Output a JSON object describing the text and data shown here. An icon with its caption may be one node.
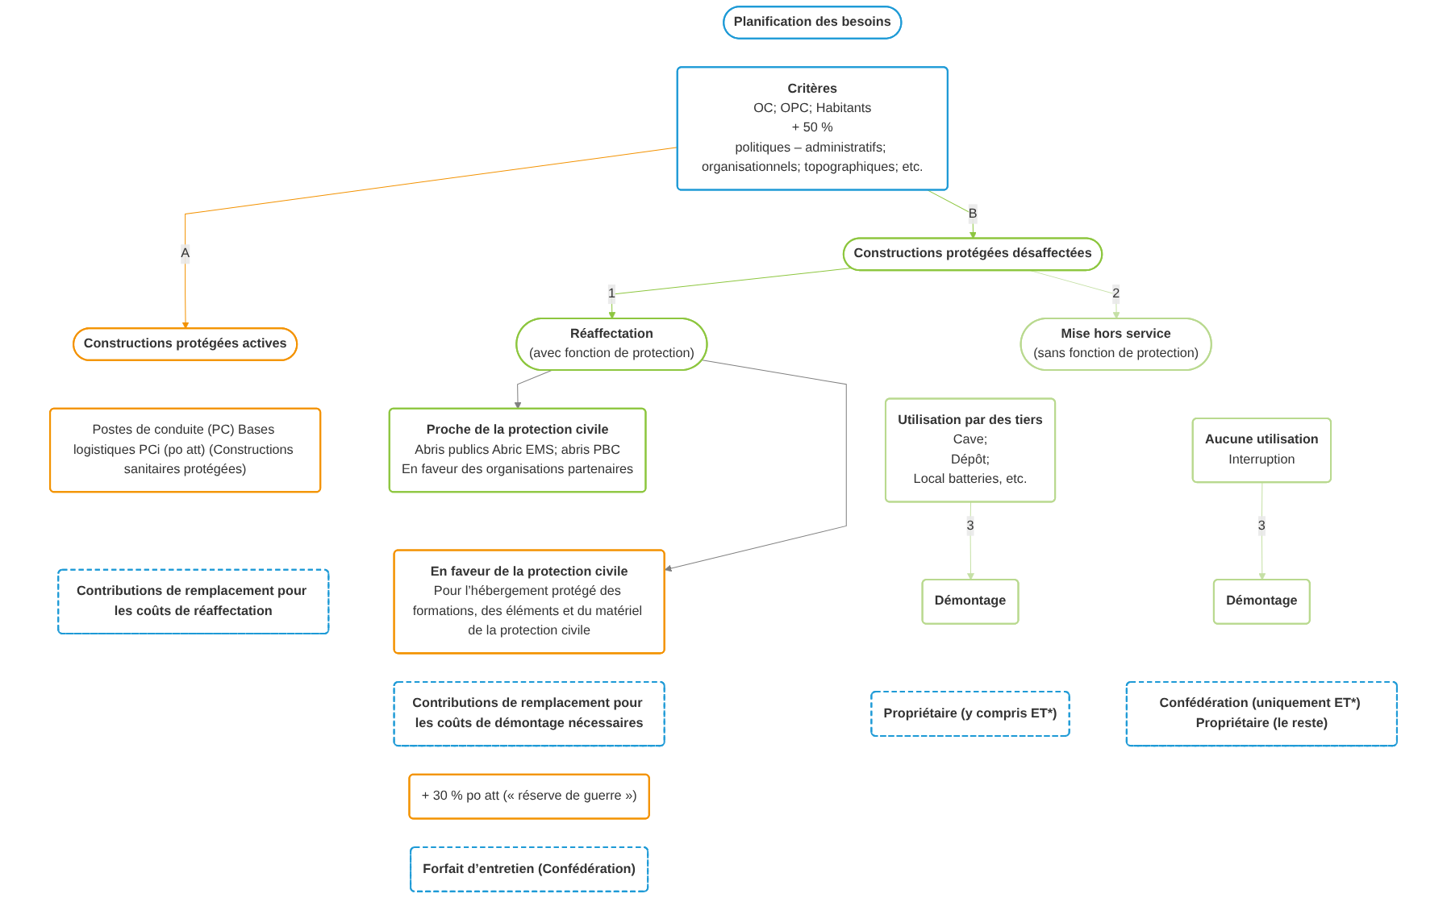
{
  "diagram": {
    "nodes": [
      {
        "text": [
          "Planification des besoins"
        ]
      },
      {
        "text": [
          "Critères",
          "OC; OPC; Habitants",
          "+ 50 %",
          "politiques – administratifs; organisationnels; topographiques; etc."
        ]
      },
      {
        "text": [
          "Constructions protégées actives"
        ]
      },
      {
        "text": [
          "Postes de conduite (PC) Bases logistiques PCi (po att) (Constructions sanitaires protégées)"
        ]
      },
      {
        "text": [
          "En faveur de la protection civile",
          "Pour l’hébergement protégé des formations, des éléments et du matériel de la protection civile"
        ]
      },
      {
        "text": [
          "Contributions de remplacement pour les coûts de démontage nécessaires"
        ]
      },
      {
        "text": [
          "+ 30 % po att (« réserve de guerre »)"
        ]
      },
      {
        "text": [
          "Forfait d’entretien (Confédération)"
        ]
      },
      {
        "text": [
          "Constructions protégées désaffectées"
        ]
      },
      {
        "text": [
          "Réaffectation",
          "(avec fonction de protection)"
        ]
      },
      {
        "text": [
          "Mise hors service",
          "(sans fonction de protection)"
        ]
      },
      {
        "text": [
          "Proche de la protection civile",
          "Abris publics Abric EMS; abris PBC",
          "En faveur des organisations partenaires"
        ]
      },
      {
        "text": [
          "Utilisation par des tiers",
          "Cave;",
          "Dépôt;",
          "Local batteries, etc."
        ]
      },
      {
        "text": [
          "Aucune utilisation",
          "Interruption"
        ]
      },
      {
        "text": [
          "Démontage"
        ]
      },
      {
        "text": [
          "Démontage"
        ]
      },
      {
        "text": [
          "Contributions de remplacement pour les coûts de réaffectation"
        ]
      },
      {
        "text": [
          "Propriétaire (y compris ET*)"
        ]
      },
      {
        "text": [
          "Confédération (uniquement ET*) Propriétaire (le reste)"
        ]
      }
    ],
    "edges": [
      {
        "from": 1,
        "to": 2,
        "arrow": "to",
        "label": "A",
        "color": "#f39200"
      },
      {
        "from": 1,
        "to": 8,
        "arrow": "to",
        "label": "B",
        "color": "#8dc63f"
      },
      {
        "from": 8,
        "to": 9,
        "arrow": "to",
        "label": "1",
        "color": "#8dc63f"
      },
      {
        "from": 8,
        "to": 10,
        "arrow": "to",
        "label": "2",
        "color": "#c5e0a5"
      },
      {
        "from": 9,
        "to": 11,
        "arrow": "to",
        "color": "#808080"
      },
      {
        "from": 9,
        "to": 4,
        "arrow": "to",
        "color": "#808080"
      },
      {
        "from": 12,
        "to": 14,
        "arrow": "to",
        "label": "3",
        "color": "#c5e0a5"
      },
      {
        "from": 13,
        "to": 15,
        "arrow": "to",
        "label": "3",
        "color": "#c5e0a5"
      }
    ]
  }
}
